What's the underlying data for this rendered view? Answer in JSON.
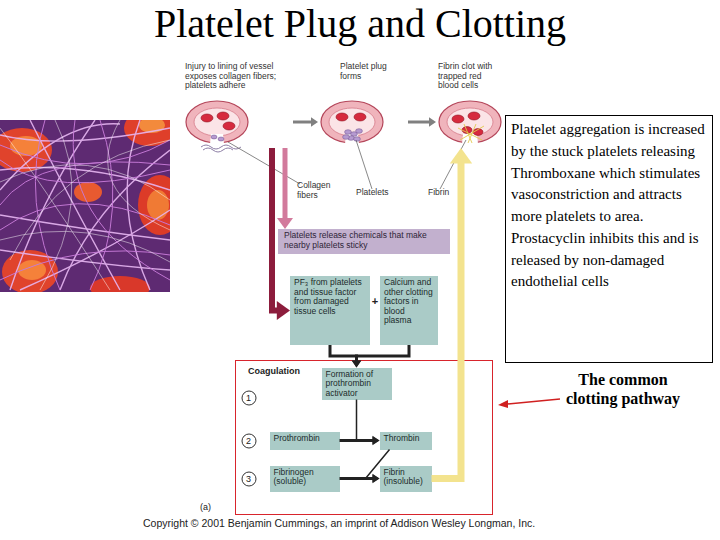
{
  "diagram": {
    "title": "Platelet Plug and Clotting",
    "nodes": [
      {
        "text": [
          "Injury to lining of vessel exposes collagen fibers; platelets adhere"
        ]
      },
      {
        "text": [
          "Platelet plug forms"
        ]
      },
      {
        "text": [
          "Fibrin clot with trapped red blood cells"
        ]
      },
      {
        "text": [
          "Platelet aggregation is increased by the stuck platelets releasing Thromboxane which stimulates vasoconstriction and attracts more platelets to area. Prostacyclin inhibits this and is released by non-damaged endothelial cells"
        ]
      },
      {
        "text": [
          "Platelets release chemicals that make nearby platelets sticky"
        ]
      },
      {
        "text": [
          "PF₃ from platelets and tissue factor from damaged tissue cells"
        ]
      },
      {
        "text": [
          "Calcium and other clotting factors in blood plasma"
        ]
      },
      {
        "text": [
          "Coagulation"
        ]
      },
      {
        "text": [
          "1"
        ],
        "in": 7
      },
      {
        "text": [
          "Formation of prothrombin activator"
        ],
        "in": 7
      },
      {
        "text": [
          "2"
        ],
        "in": 7
      },
      {
        "text": [
          "Prothrombin"
        ],
        "in": 7
      },
      {
        "text": [
          "Thrombin"
        ],
        "in": 7
      },
      {
        "text": [
          "3"
        ],
        "in": 7
      },
      {
        "text": [
          "Fibrinogen (soluble)"
        ],
        "in": 7
      },
      {
        "text": [
          "Fibrin (insoluble)"
        ],
        "in": 7
      }
    ],
    "edges": [
      {
        "from": 0,
        "to": 1,
        "arrow": "to"
      },
      {
        "from": 1,
        "to": 2,
        "arrow": "to"
      },
      {
        "from": 0,
        "to": 4,
        "arrow": "to"
      },
      {
        "from": 0,
        "to": 5,
        "arrow": "to"
      },
      {
        "from": 5,
        "to": 9,
        "arrow": "to"
      },
      {
        "from": 6,
        "to": 9,
        "arrow": "to"
      },
      {
        "from": 9,
        "to": 12,
        "arrow": "to"
      },
      {
        "from": 11,
        "to": 12,
        "arrow": "to"
      },
      {
        "from": 12,
        "to": 15,
        "arrow": "to"
      },
      {
        "from": 14,
        "to": 15,
        "arrow": "to"
      },
      {
        "from": 15,
        "to": 2,
        "arrow": "to"
      }
    ],
    "labels": [
      "Collagen fibers",
      "Platelets",
      "Fibrin",
      "+",
      "The common clotting pathway",
      "(a)",
      "Copyright © 2001 Benjamin Cummings, an imprint of Addison Wesley Longman, Inc."
    ]
  }
}
